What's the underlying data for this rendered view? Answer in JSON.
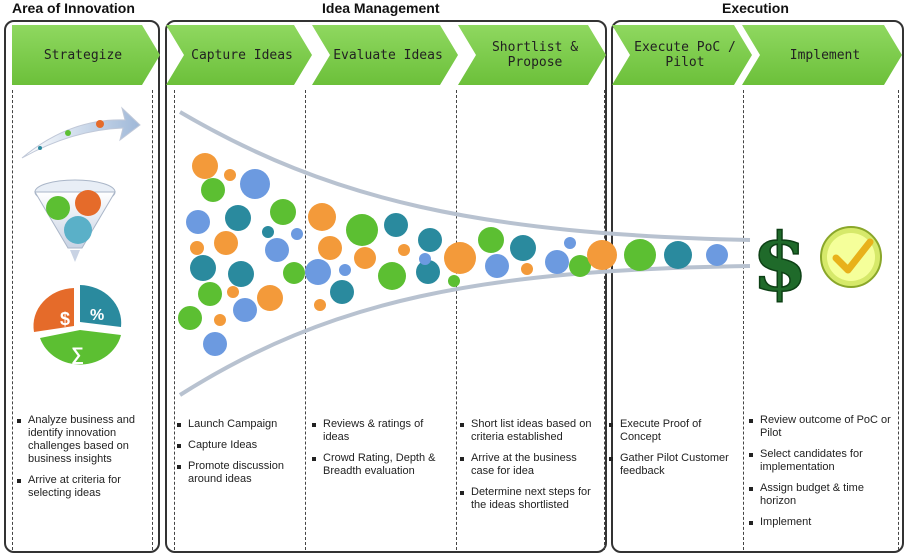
{
  "sections": {
    "area": "Area of Innovation",
    "idea": "Idea Management",
    "execution": "Execution"
  },
  "stages": [
    "Strategize",
    "Capture Ideas",
    "Evaluate Ideas",
    "Shortlist & Propose",
    "Execute PoC / Pilot",
    "Implement"
  ],
  "pie_labels": {
    "dollar": "$",
    "percent": "%",
    "sigma": "∑"
  },
  "dollar_sign": "$",
  "bullets": {
    "strategize": [
      "Analyze business and identify innovation challenges based on business insights",
      "Arrive at criteria for selecting ideas"
    ],
    "capture": [
      "Launch Campaign",
      "Capture Ideas",
      "Promote discussion around ideas"
    ],
    "evaluate": [
      "Reviews & ratings of ideas",
      "Crowd Rating, Depth & Breadth evaluation"
    ],
    "shortlist": [
      "Short list ideas based on criteria established",
      "Arrive at the business case for idea",
      "Determine next steps for the ideas shortlisted"
    ],
    "execute": [
      "Execute Proof of Concept",
      "Gather Pilot Customer feedback"
    ],
    "implement": [
      "Review outcome of PoC or Pilot",
      "Select candidates for implementation",
      "Assign budget & time horizon",
      "Implement"
    ]
  },
  "colors": {
    "green": "#5cbf32",
    "orange": "#f39a3a",
    "blue": "#6c9ae0",
    "teal": "#2a8a9e",
    "chevron": "#7ccb48"
  }
}
